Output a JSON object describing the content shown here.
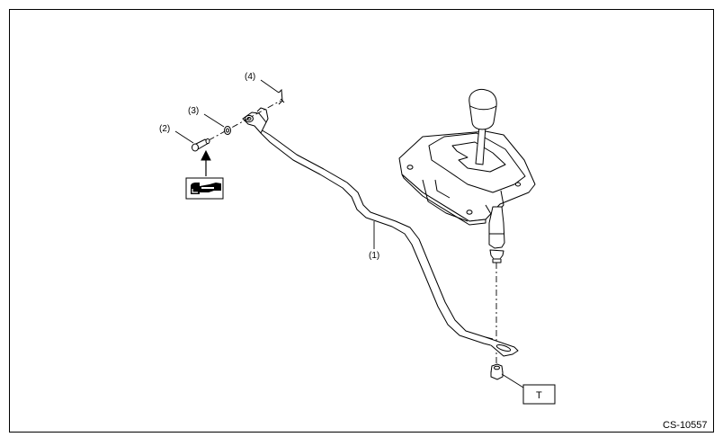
{
  "diagram": {
    "figure_ref": "CS-10557",
    "callouts": [
      {
        "id": "c1",
        "label": "(1)"
      },
      {
        "id": "c2",
        "label": "(2)"
      },
      {
        "id": "c3",
        "label": "(3)"
      },
      {
        "id": "c4",
        "label": "(4)"
      }
    ],
    "torque_box_label": "T",
    "grease_symbol_icon": "grease-application-icon",
    "line_color": "#000000",
    "background": "#ffffff"
  }
}
